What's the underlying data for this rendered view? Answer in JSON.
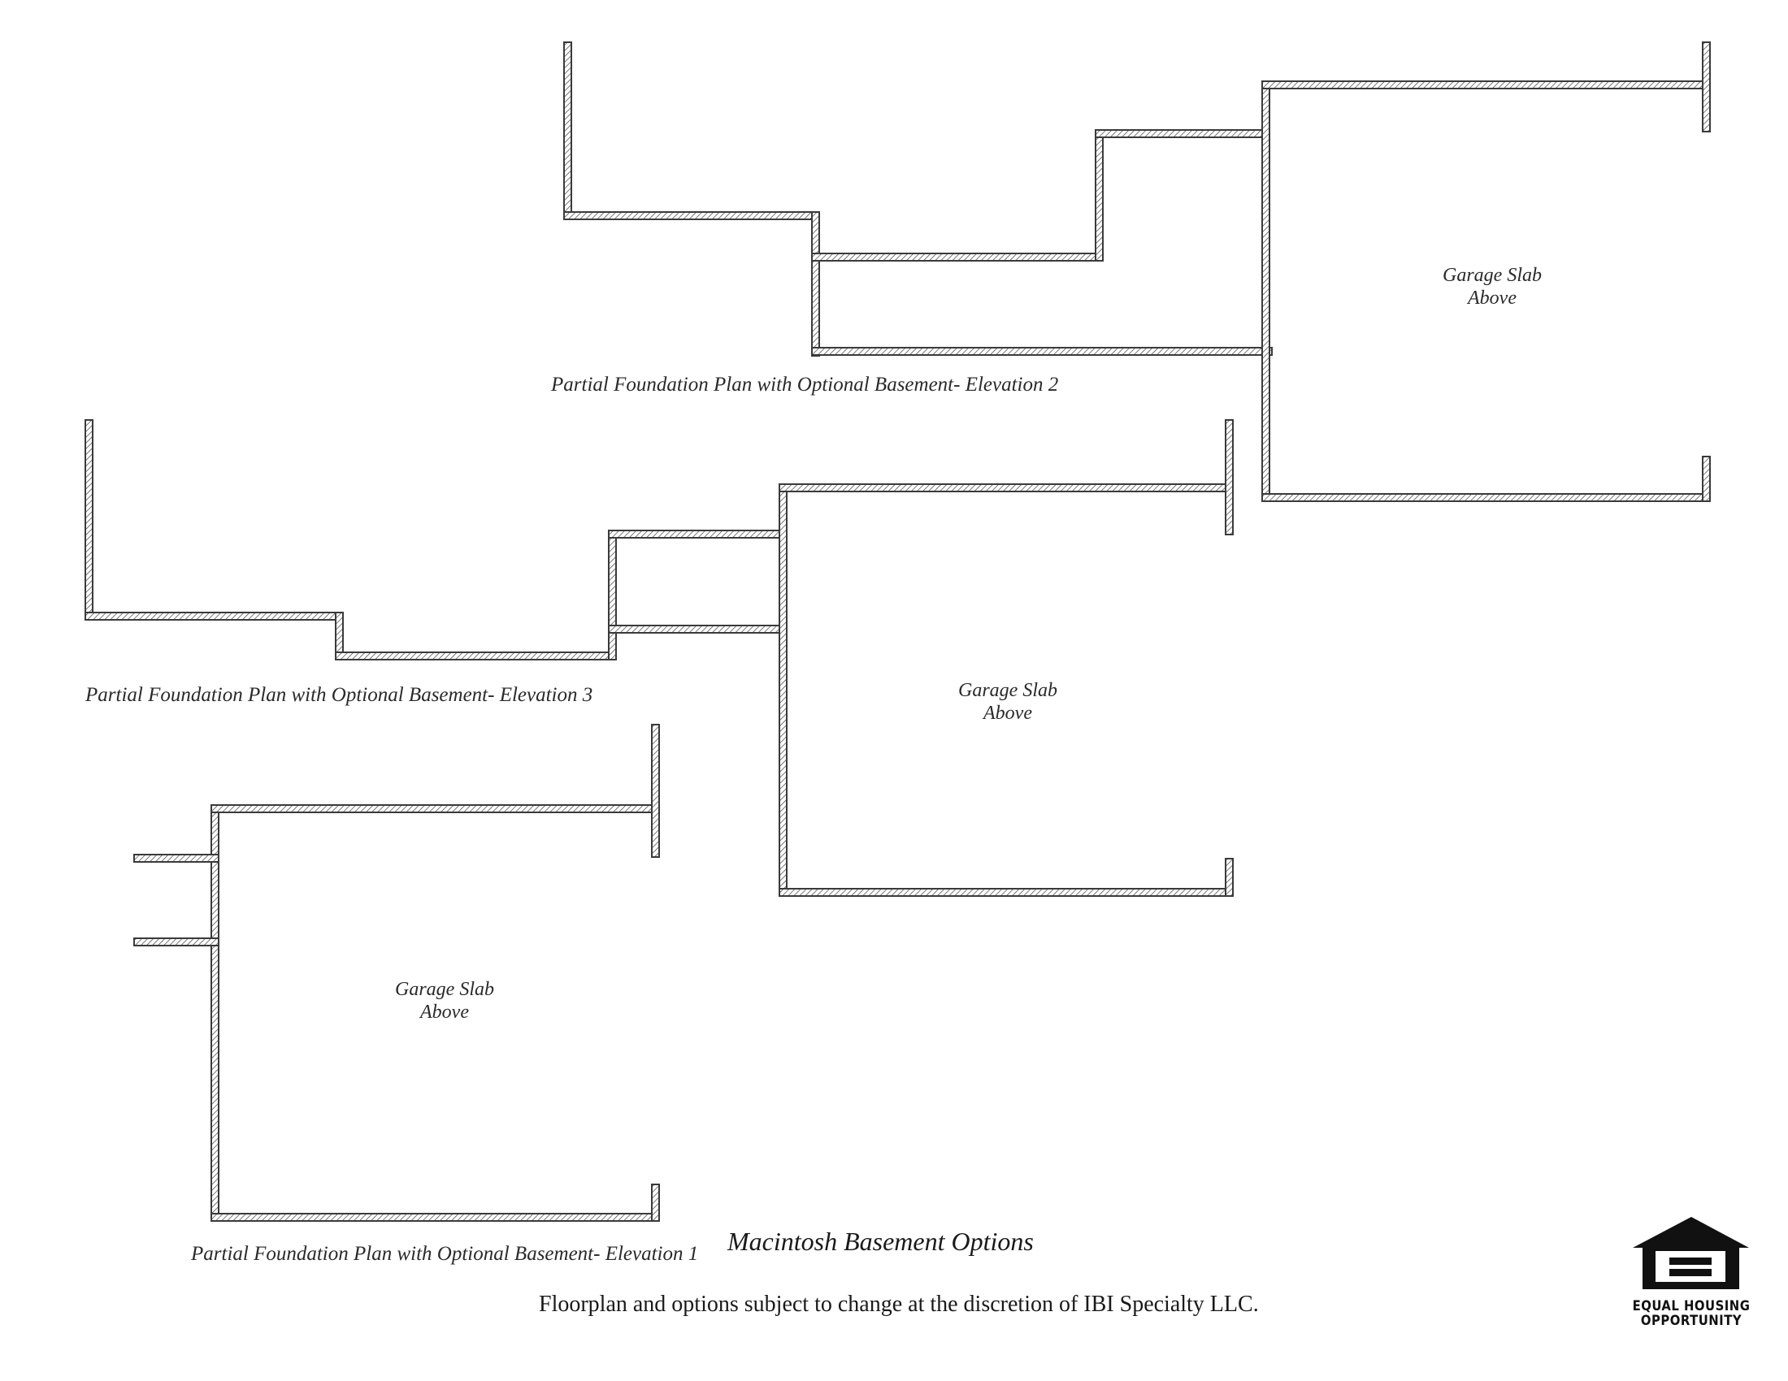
{
  "document": {
    "title": "Macintosh Basement Options",
    "disclaimer": "Floorplan and options subject to change at the discretion of IBI Specialty LLC."
  },
  "plans": [
    {
      "caption": "Partial Foundation Plan with Optional Basement- Elevation 2",
      "slab_label": [
        "Garage Slab",
        "Above"
      ]
    },
    {
      "caption": "Partial Foundation Plan with Optional Basement- Elevation 3",
      "slab_label": [
        "Garage Slab",
        "Above"
      ]
    },
    {
      "caption": "Partial Foundation Plan with Optional Basement- Elevation 1",
      "slab_label": [
        "Garage Slab",
        "Above"
      ]
    }
  ],
  "logo": {
    "icon": "equal-housing-house-icon",
    "text": [
      "EQUAL HOUSING",
      "OPPORTUNITY"
    ]
  },
  "colors": {
    "wall_outline": "#3a3a3a",
    "hatch": "#555555",
    "text": "#1a1a1a"
  }
}
